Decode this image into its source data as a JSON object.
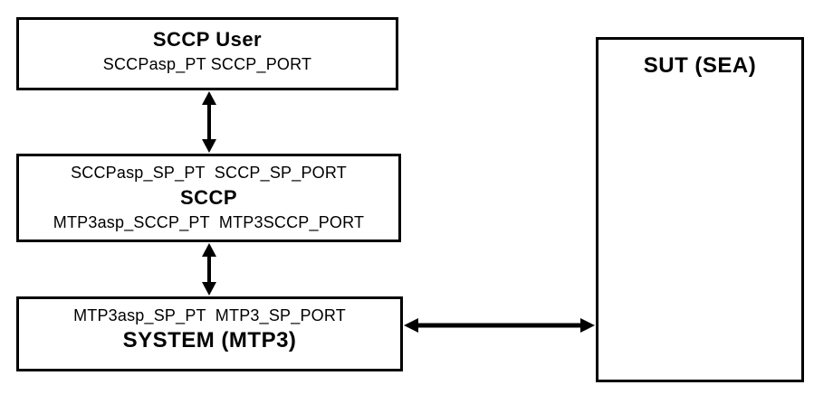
{
  "diagram": {
    "boxes": {
      "sccp_user": {
        "title": "SCCP User",
        "ports": "SCCPasp_PT SCCP_PORT"
      },
      "sccp": {
        "top_ports": "SCCPasp_SP_PT  SCCP_SP_PORT",
        "title": "SCCP",
        "bottom_ports": "MTP3asp_SCCP_PT  MTP3SCCP_PORT"
      },
      "system_mtp3": {
        "top_ports": "MTP3asp_SP_PT  MTP3_SP_PORT",
        "title": "SYSTEM (MTP3)"
      },
      "sut": {
        "title": "SUT (SEA)"
      }
    },
    "connectors": [
      {
        "name": "sccp-user-to-sccp",
        "type": "double-arrow-vertical"
      },
      {
        "name": "sccp-to-system-mtp3",
        "type": "double-arrow-vertical"
      },
      {
        "name": "system-mtp3-to-sut",
        "type": "double-arrow-horizontal"
      }
    ],
    "colors": {
      "background": "#ffffff",
      "box_border": "#000000",
      "text": "#000000",
      "arrow": "#000000"
    }
  }
}
